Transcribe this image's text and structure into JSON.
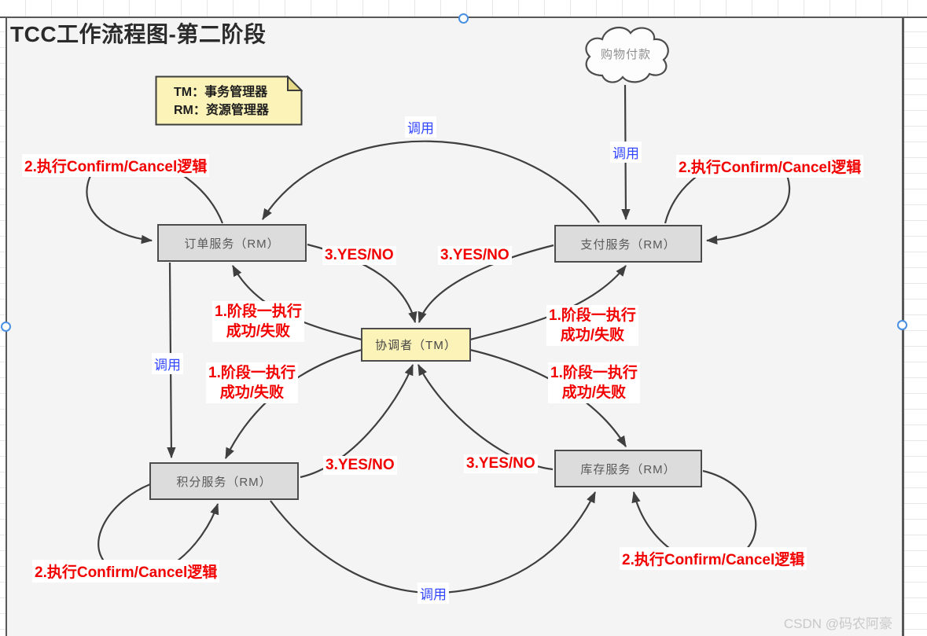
{
  "title": "TCC工作流程图-第二阶段",
  "watermark": "CSDN @码农阿豪",
  "legend": {
    "tm": "TM：事务管理器",
    "rm": "RM：资源管理器"
  },
  "cloud": {
    "label": "购物付款"
  },
  "nodes": {
    "order": {
      "label": "订单服务（RM）"
    },
    "payment": {
      "label": "支付服务（RM）"
    },
    "points": {
      "label": "积分服务（RM）"
    },
    "inventory": {
      "label": "库存服务（RM）"
    },
    "coordinator": {
      "label": "协调者（TM）"
    }
  },
  "labels": {
    "invoke": "调用",
    "yes_no": "3.YES/NO",
    "phase1_line1": "1.阶段一执行",
    "phase1_line2": "成功/失败",
    "confirm_cancel": "2.执行Confirm/Cancel逻辑"
  },
  "colors": {
    "red": "#f20000",
    "blue": "#3346ff",
    "edge": "#3f3f3f",
    "node_fill": "#dcdcdc",
    "node_border": "#4c4c4c",
    "yellow": "#fbf3b8",
    "handle": "#4a90e2",
    "canvas": "#f4f4f4"
  }
}
